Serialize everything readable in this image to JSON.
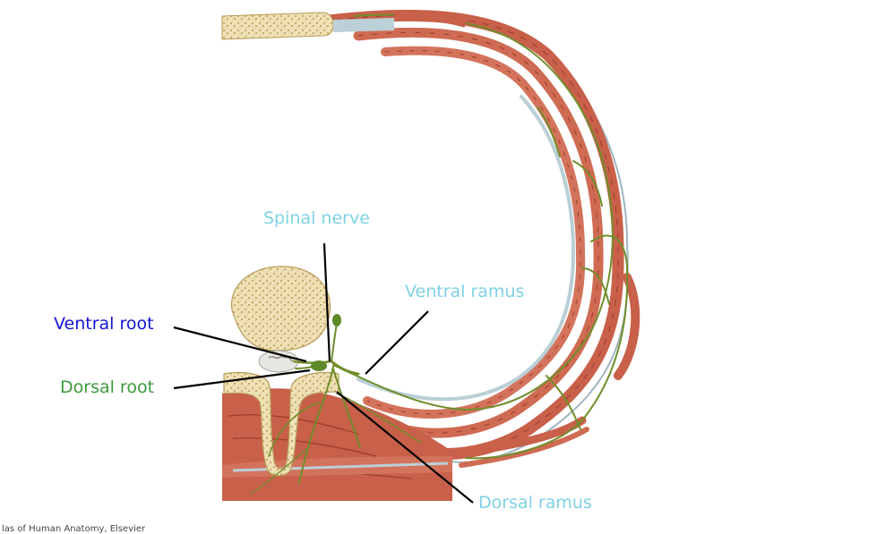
{
  "labels": {
    "spinal_nerve": "Spinal nerve",
    "ventral_ramus": "Ventral ramus",
    "ventral_root": "Ventral root",
    "dorsal_root": "Dorsal root",
    "dorsal_ramus": "Dorsal ramus"
  },
  "credit": "las of Human Anatomy, Elsevier",
  "colors": {
    "spinal_nerve": "#7fd2e3",
    "ventral_ramus": "#7fd2e3",
    "ventral_root": "#1414d6",
    "dorsal_root": "#3c9a3c",
    "dorsal_ramus": "#7fd2e3",
    "muscle": "#c8604a",
    "muscle_dark": "#a8402c",
    "bone": "#efe1b6",
    "nerve": "#6f8e2a",
    "fascia": "#bcd0d8"
  }
}
